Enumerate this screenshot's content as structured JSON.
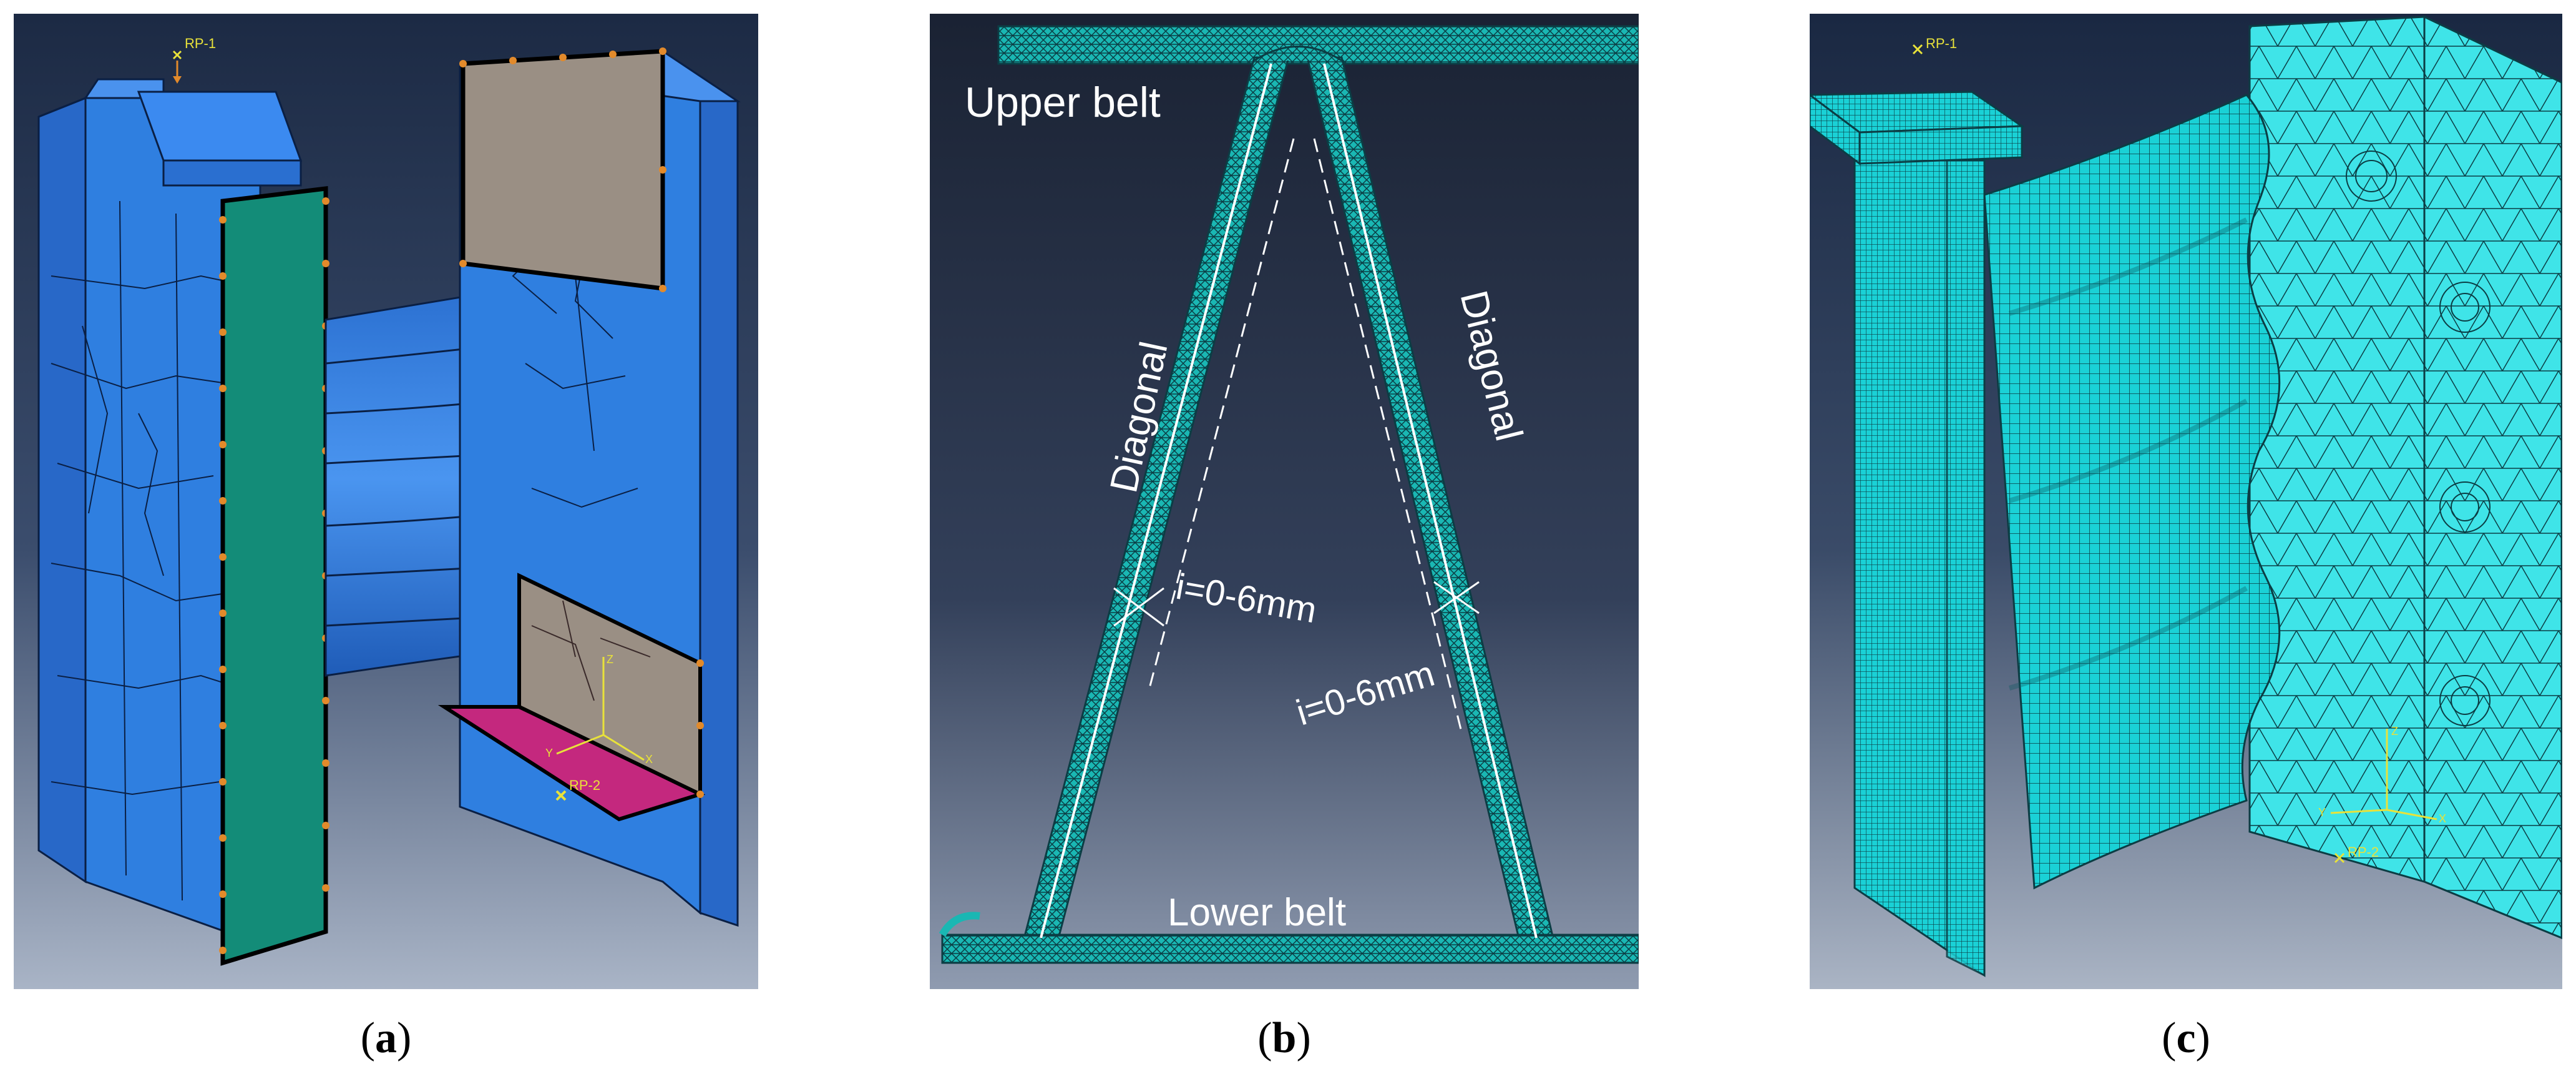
{
  "panels": [
    {
      "id": "a",
      "caption_open": "(",
      "caption_letter": "a",
      "caption_close": ")",
      "labels": {
        "rp1": "RP-1",
        "rp2": "RP-2",
        "axis_z": "Z",
        "axis_x": "X",
        "axis_y": "Y"
      }
    },
    {
      "id": "b",
      "caption_open": "(",
      "caption_letter": "b",
      "caption_close": ")",
      "labels": {
        "upper_belt": "Upper belt",
        "lower_belt": "Lower belt",
        "diagonal_left": "Diagonal",
        "diagonal_right": "Diagonal",
        "gap_left": "i=0-6mm",
        "gap_right": "i=0-6mm"
      }
    },
    {
      "id": "c",
      "caption_open": "(",
      "caption_letter": "c",
      "caption_close": ")",
      "labels": {
        "rp1": "RP-1",
        "rp2": "RP-2",
        "axis_z": "Z",
        "axis_x": "X",
        "axis_y": "Y"
      }
    }
  ],
  "colors": {
    "viewport_top": "#1c2a44",
    "viewport_bottom": "#a9b4c6",
    "part_blue": "#2f7fe0",
    "plate_green": "#138c78",
    "surface_tan": "#9a8f84",
    "surface_magenta": "#c4287e",
    "mesh_cyan": "#1ad1d6",
    "mesh_line": "#0b3d44",
    "annotation_yellow": "#e8e23a"
  }
}
